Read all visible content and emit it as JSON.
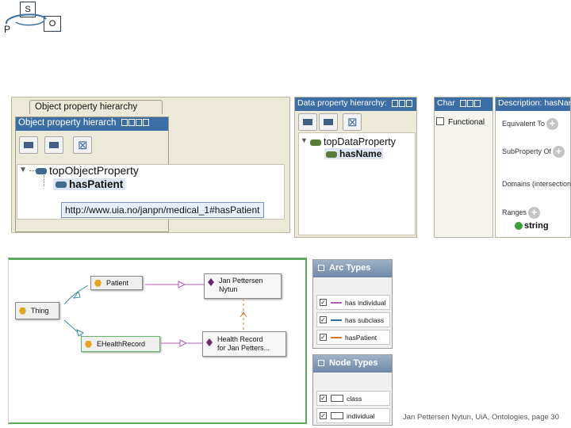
{
  "spo": {
    "s": "S",
    "p": "P",
    "o": "O"
  },
  "object_panel": {
    "tab_label": "Object property hierarchy",
    "title": "Object property hierarch",
    "tree": {
      "root": "topObjectProperty",
      "child": "hasPatient"
    },
    "tooltip": "http://www.uia.no/janpn/medical_1#hasPatient"
  },
  "data_panel": {
    "title": "Data property hierarchy:",
    "tree": {
      "root": "topDataProperty",
      "child": "hasName"
    }
  },
  "char_panel": {
    "title": "Char",
    "functional_label": "Functional"
  },
  "desc_panel": {
    "title": "Description: hasNar",
    "equivalent_to": "Equivalent To",
    "subproperty_of": "SubProperty Of",
    "domains": "Domains (intersection",
    "ranges": "Ranges",
    "range_value": "string"
  },
  "graph": {
    "nodes": {
      "thing": "Thing",
      "patient": "Patient",
      "ehealth": "EHealthRecord",
      "jan": [
        "Jan Pettersen",
        "Nytun"
      ],
      "record": [
        "Health Record",
        "for Jan Petters..."
      ]
    }
  },
  "arc_types": {
    "title": "Arc Types",
    "items": [
      {
        "label": "has individual",
        "color": "#b05cb0"
      },
      {
        "label": "has subclass",
        "color": "#2e6d9c"
      },
      {
        "label": "hasPatient",
        "color": "#d07a2a"
      }
    ]
  },
  "node_types": {
    "title": "Node Types",
    "items": [
      {
        "label": "class"
      },
      {
        "label": "individual"
      }
    ]
  },
  "footer": "Jan Pettersen Nytun, UiA, Ontologies, page 30"
}
